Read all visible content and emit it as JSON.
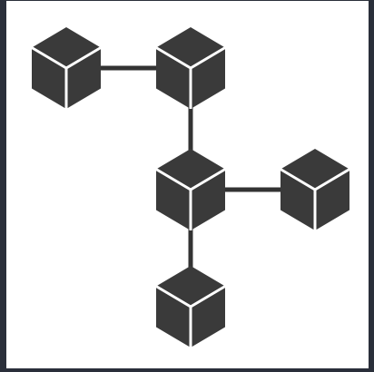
{
  "diagram": {
    "type": "network-of-cubes",
    "node_count": 5,
    "edge_count": 4,
    "nodes": [
      {
        "id": "cube-1",
        "icon": "cube-icon"
      },
      {
        "id": "cube-2",
        "icon": "cube-icon"
      },
      {
        "id": "cube-3",
        "icon": "cube-icon"
      },
      {
        "id": "cube-4",
        "icon": "cube-icon"
      },
      {
        "id": "cube-5",
        "icon": "cube-icon"
      }
    ],
    "edges": [
      {
        "from": "cube-1",
        "to": "cube-2"
      },
      {
        "from": "cube-2",
        "to": "cube-3"
      },
      {
        "from": "cube-3",
        "to": "cube-4"
      },
      {
        "from": "cube-3",
        "to": "cube-5"
      }
    ]
  },
  "colors": {
    "frame": "#2a2f3a",
    "background": "#ffffff",
    "cube_fill": "#3a3a3a",
    "cube_edge": "#ffffff",
    "connector": "#333333"
  }
}
